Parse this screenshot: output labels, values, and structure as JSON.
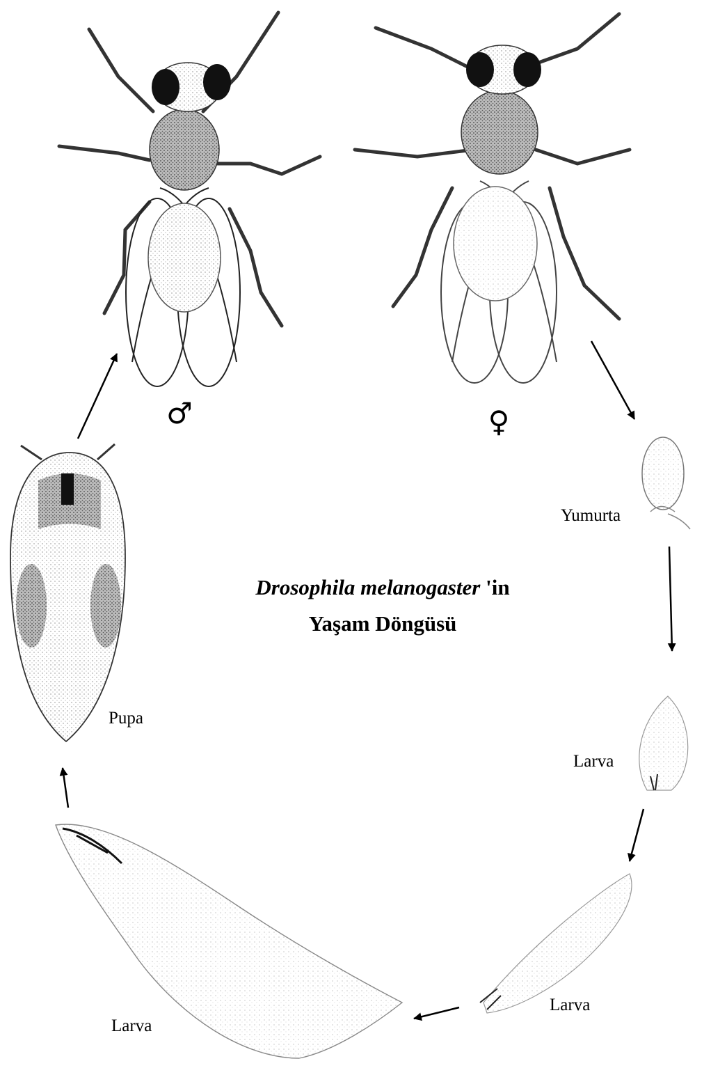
{
  "diagram": {
    "title_scientific": "Drosophila melanogaster",
    "title_suffix": " 'in",
    "title_line2": "Yaşam Döngüsü",
    "male_symbol": "♂",
    "female_symbol": "♀",
    "labels": {
      "egg": "Yumurta",
      "larva_1": "Larva",
      "larva_2": "Larva",
      "larva_3": "Larva",
      "pupa": "Pupa"
    }
  }
}
